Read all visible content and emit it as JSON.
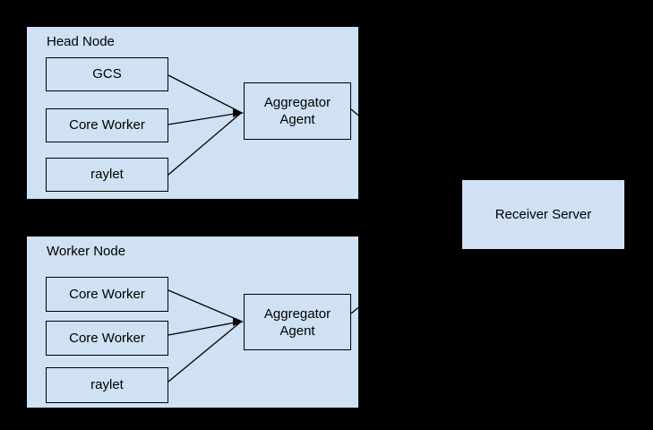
{
  "diagram": {
    "title_text_present": false,
    "background_color": "#000000",
    "fill_color": "#cfe1f3",
    "stroke_color": "#000000",
    "nodes": {
      "head_node": {
        "label": "Head Node",
        "components": [
          {
            "label": "GCS"
          },
          {
            "label": "Core Worker"
          },
          {
            "label": "raylet"
          }
        ],
        "aggregator": {
          "line1": "Aggregator",
          "line2": "Agent"
        }
      },
      "worker_node": {
        "label": "Worker Node",
        "components": [
          {
            "label": "Core Worker"
          },
          {
            "label": "Core Worker"
          },
          {
            "label": "raylet"
          }
        ],
        "aggregator": {
          "line1": "Aggregator",
          "line2": "Agent"
        }
      }
    },
    "receiver": {
      "label": "Receiver Server"
    }
  }
}
